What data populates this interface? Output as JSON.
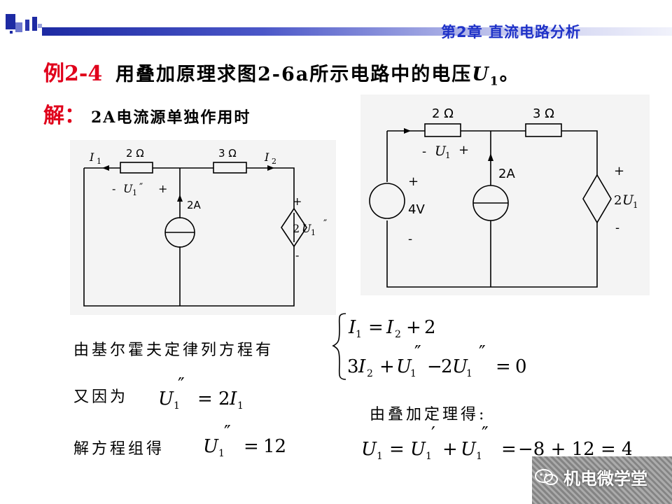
{
  "header": {
    "chapter_title": "第2章 直流电路分析"
  },
  "example": {
    "label": "例2-4",
    "text_before": "用叠加原理求图",
    "figure_ref": "2-6a",
    "text_after": "所示电路中的电压",
    "var": "U",
    "var_sub": "1",
    "end": "。"
  },
  "solution": {
    "label": "解：",
    "text": "2A电流源单独作用时"
  },
  "circuit_left": {
    "r1": "2 Ω",
    "r2": "3 Ω",
    "i1": "I",
    "i1_sub": "1",
    "i2": "I",
    "i2_sub": "2",
    "source": "2A",
    "plus": "+",
    "minus": "-",
    "u1": "U",
    "u1_sub": "1",
    "pp": "″",
    "dep_coef": "2"
  },
  "circuit_right": {
    "r1": "2 Ω",
    "r2": "3 Ω",
    "source_current": "2A",
    "source_voltage": "4V",
    "u1": "U",
    "u1_sub": "1",
    "plus": "+",
    "minus": "-",
    "dep_coef": "2"
  },
  "equations": {
    "kvl_text": "由基尔霍夫定律列方程有",
    "eq1": {
      "a": "I",
      "a_sub": "1",
      "op1": "=",
      "b": "I",
      "b_sub": "2",
      "op2": "+",
      "c": "2"
    },
    "eq2": {
      "coef1": "3",
      "v1": "I",
      "v1_sub": "2",
      "op1": "+",
      "v2": "U",
      "v2_sub": "1",
      "pp": "″",
      "op2": "−",
      "coef2": "2",
      "v3": "U",
      "v3_sub": "1",
      "op3": "=",
      "rhs": "0"
    },
    "since_text": "又因为",
    "eq3": {
      "lhs": "U",
      "lhs_sub": "1",
      "pp": "″",
      "op": "=",
      "coef": "2",
      "var": "I",
      "var_sub": "1"
    },
    "solve_text": "解方程组得",
    "eq4": {
      "lhs": "U",
      "lhs_sub": "1",
      "pp": "″",
      "op": "=",
      "rhs": "12"
    },
    "superpos_text": "由叠加定理得:",
    "eq5": {
      "lhs": "U",
      "lhs_sub": "1",
      "op1": "=",
      "t1": "U",
      "t1_sub": "1",
      "p": "′",
      "op2": "+",
      "t2": "U",
      "t2_sub": "1",
      "pp": "″",
      "op3": "=",
      "rhs": "−8 + 12 = 4"
    }
  },
  "watermark": {
    "text": "机电微学堂",
    "icon": "wechat-icon"
  },
  "colors": {
    "accent_red": "#e0001b",
    "header_blue": "#1f32c8",
    "bar_dark": "#1d2aa3"
  }
}
